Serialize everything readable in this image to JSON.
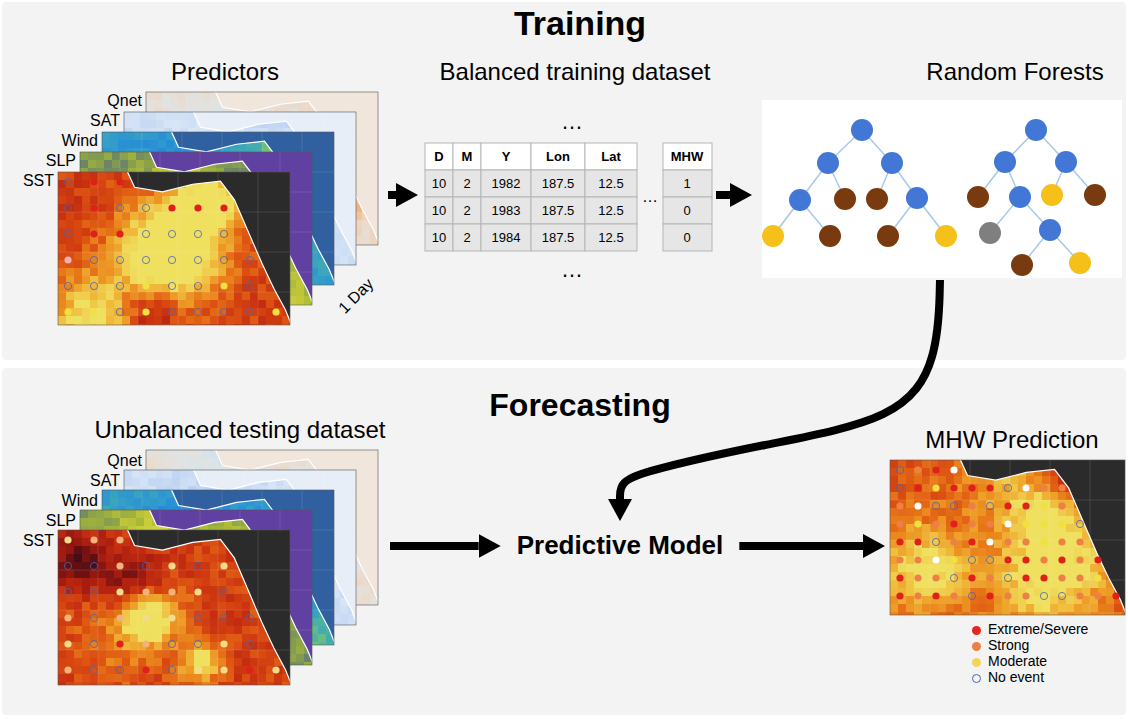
{
  "diagram": {
    "nodes": [
      {
        "text": [
          "Training"
        ]
      },
      {
        "text": [
          "Predictors"
        ],
        "in": 0
      },
      {
        "text": [
          "Balanced training dataset"
        ],
        "in": 0
      },
      {
        "text": [
          "Random Forests"
        ],
        "in": 0
      },
      {
        "text": [
          "Forecasting"
        ]
      },
      {
        "text": [
          "Unbalanced testing dataset"
        ],
        "in": 4
      },
      {
        "text": [
          "Predictive Model"
        ],
        "in": 4
      },
      {
        "text": [
          "MHW Prediction"
        ],
        "in": 4
      }
    ],
    "edges": [
      {
        "from": 1,
        "to": 2,
        "arrow": "to"
      },
      {
        "from": 2,
        "to": 3,
        "arrow": "to"
      },
      {
        "from": 3,
        "to": 6,
        "arrow": "to"
      },
      {
        "from": 5,
        "to": 6,
        "arrow": "to"
      },
      {
        "from": 6,
        "to": 7,
        "arrow": "to"
      }
    ],
    "labels": [
      "Qnet",
      "SAT",
      "Wind",
      "SLP",
      "SST",
      "1 Day",
      "…",
      "D",
      "M",
      "Y",
      "Lon",
      "Lat",
      "MHW",
      "10",
      "2",
      "1982",
      "187.5",
      "12.5",
      "…",
      "1",
      "10",
      "2",
      "1983",
      "187.5",
      "12.5",
      "0",
      "10",
      "2",
      "1984",
      "187.5",
      "12.5",
      "0",
      "…",
      "Qnet",
      "SAT",
      "Wind",
      "SLP",
      "SST"
    ],
    "legend": [
      {
        "text": "Extreme/Severe",
        "color": "#e3261e"
      },
      {
        "text": "Strong",
        "color": "#ee7f45"
      },
      {
        "text": "Moderate",
        "color": "#f4d35e"
      },
      {
        "text": "No event"
      }
    ]
  }
}
